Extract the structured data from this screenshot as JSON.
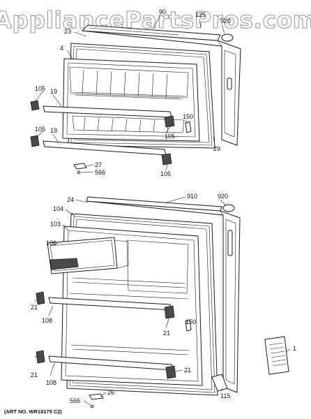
{
  "watermark": "AppliancePartsPros.com",
  "art_no": "(ART NO. WR18175 C2)",
  "labels": {
    "l_125": "125",
    "l_920_top": "920",
    "l_90": "90",
    "l_23": "23",
    "l_4": "4",
    "l_105_a": "105",
    "l_19_a": "19",
    "l_105_b": "105",
    "l_19_b": "19",
    "l_150_top": "150",
    "l_105_c": "105",
    "l_29": "29",
    "l_27": "27",
    "l_566_top": "566",
    "l_105_d": "105",
    "l_910": "910",
    "l_920_bot": "920",
    "l_24": "24",
    "l_104": "104",
    "l_103": "103",
    "l_106": "106",
    "l_21_a": "21",
    "l_108_a": "108",
    "l_150_bot": "150",
    "l_21_b": "21",
    "l_21_c": "21",
    "l_108_b": "108",
    "l_21_d": "21",
    "l_26": "26",
    "l_566_bot": "566",
    "l_115": "115",
    "l_1": "1"
  }
}
